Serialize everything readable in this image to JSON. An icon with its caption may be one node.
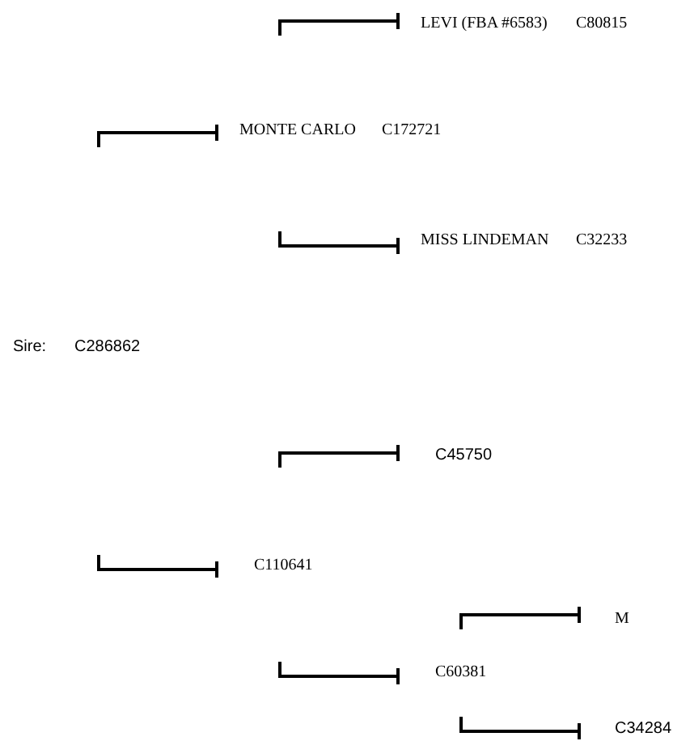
{
  "diagram": {
    "labels": [
      "LEVI (FBA #6583)",
      "C80815",
      "MONTE CARLO",
      "C172721",
      "MISS LINDEMAN",
      "C32233",
      "Sire:",
      "C286862",
      "C45750",
      "C110641",
      "M",
      "C60381",
      "C34284"
    ]
  }
}
